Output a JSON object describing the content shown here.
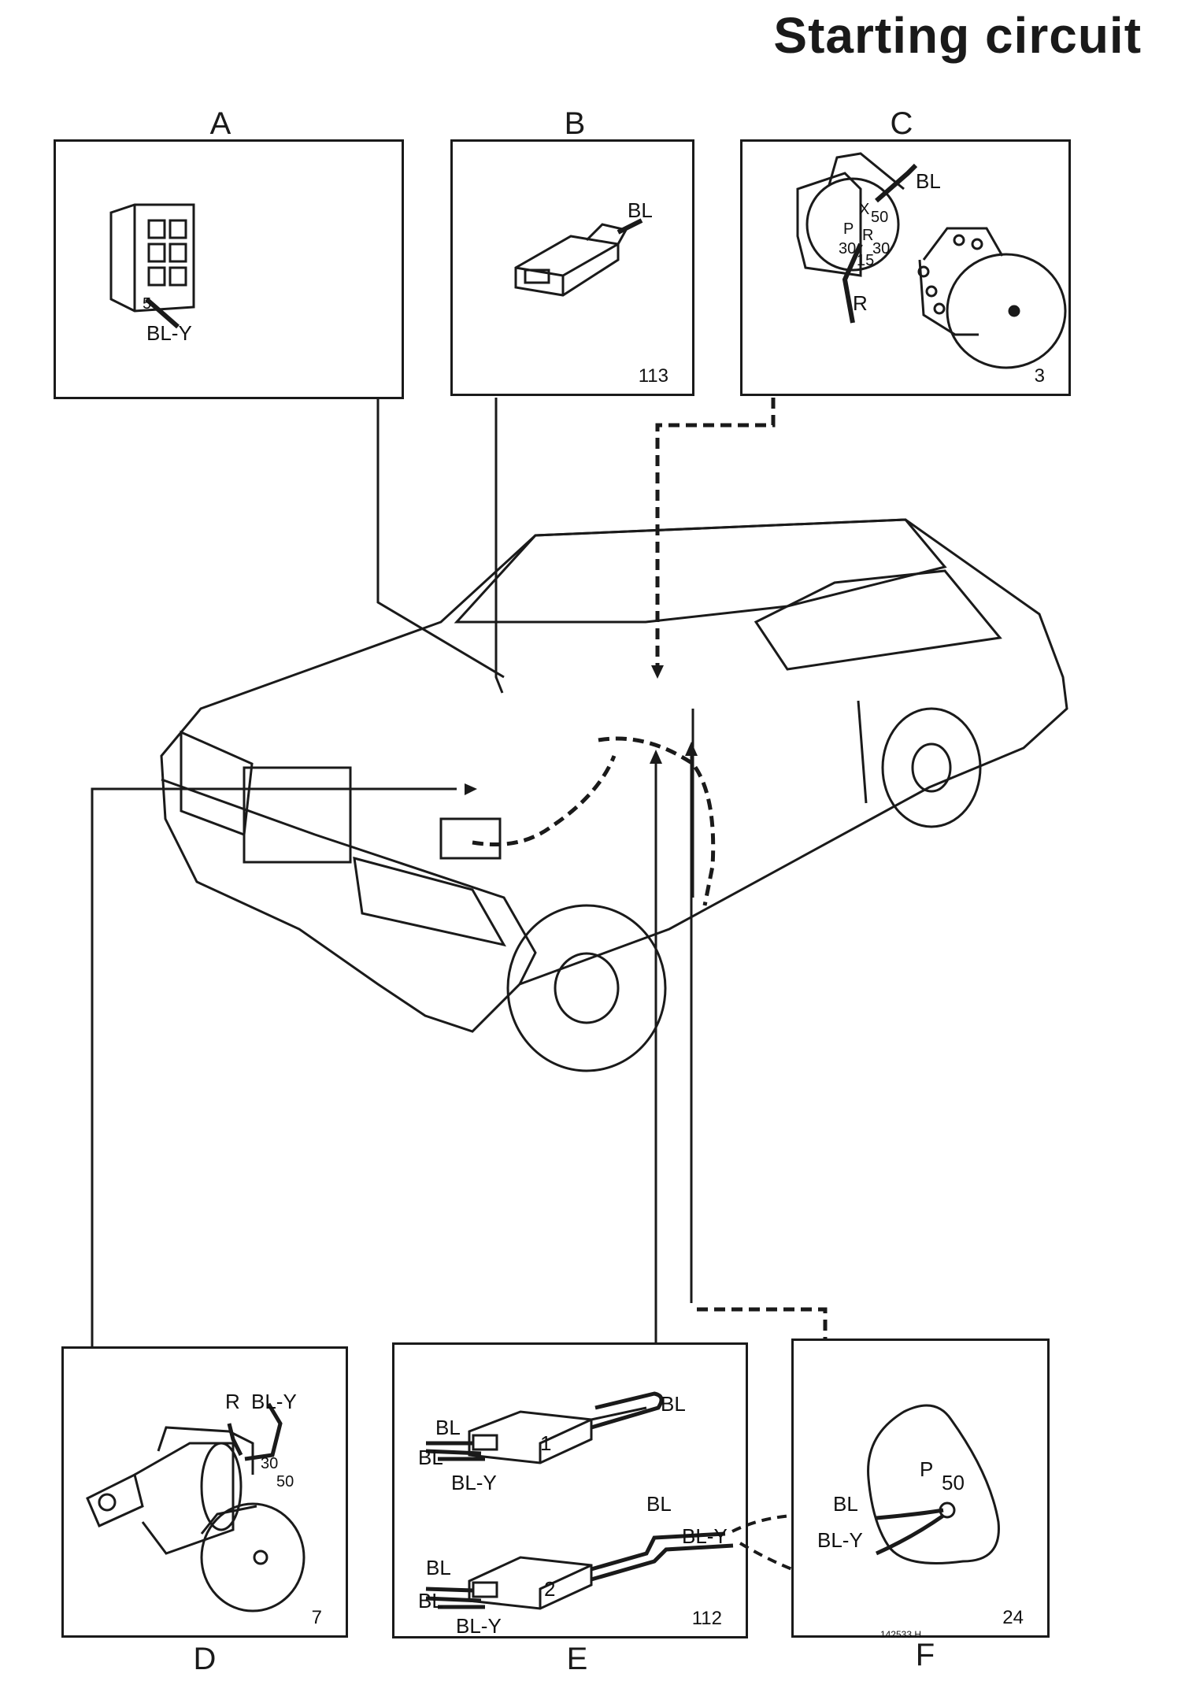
{
  "title": "Starting circuit",
  "panels": {
    "A": {
      "letter": "A",
      "wire": "BL-Y",
      "pin": "5",
      "number": ""
    },
    "B": {
      "letter": "B",
      "wire": "BL",
      "number": "113"
    },
    "C": {
      "letter": "C",
      "wire_top": "BL",
      "wire_bottom": "R",
      "terminals": [
        "X",
        "50",
        "P",
        "R",
        "30",
        "30",
        "15"
      ],
      "number": "3"
    },
    "D": {
      "letter": "D",
      "wire_r": "R",
      "wire_bly": "BL-Y",
      "term30": "30",
      "term50": "50",
      "number": "7"
    },
    "E": {
      "letter": "E",
      "conn1": "1",
      "conn2": "2",
      "bl_loop": "BL",
      "c1_bl_a": "BL",
      "c1_bl_b": "BL",
      "c1_bly": "BL-Y",
      "out_bl": "BL",
      "out_bly": "BL-Y",
      "c2_bl_a": "BL",
      "c2_bl_b": "BL",
      "c2_bly": "BL-Y",
      "number": "112"
    },
    "F": {
      "letter": "F",
      "p": "P",
      "fifty": "50",
      "bl": "BL",
      "bly": "BL-Y",
      "number": "24"
    }
  },
  "ref_code": "142533 H"
}
